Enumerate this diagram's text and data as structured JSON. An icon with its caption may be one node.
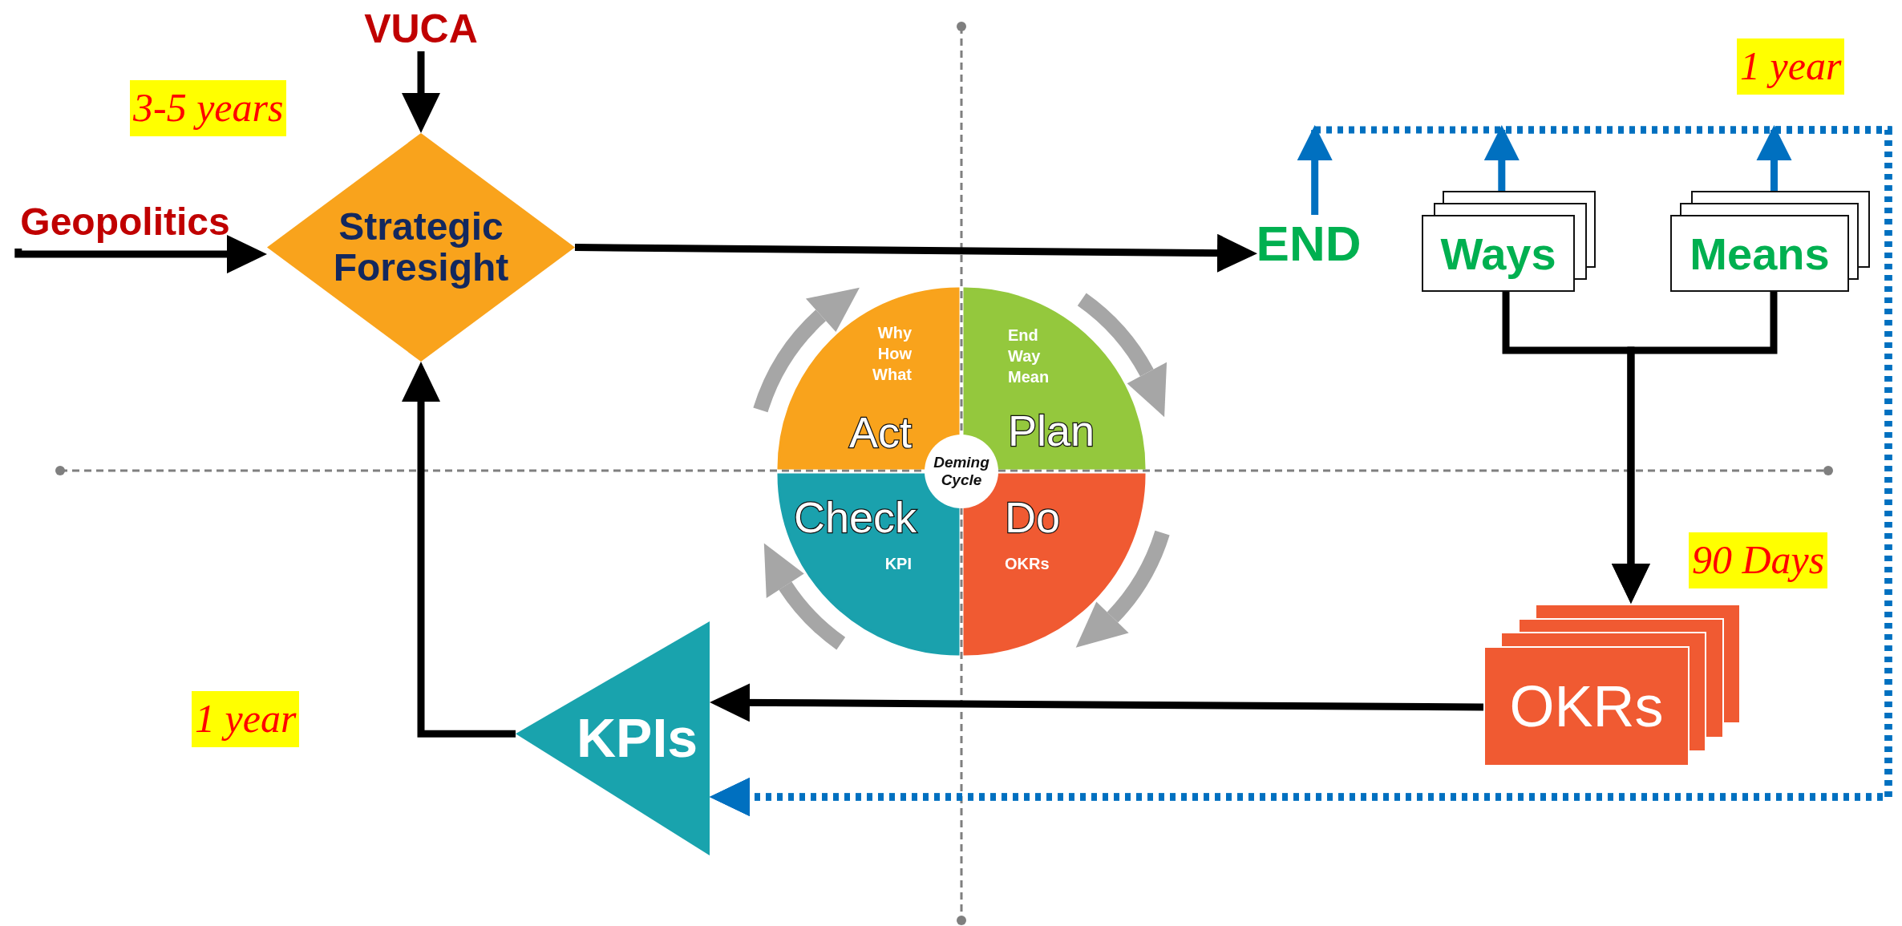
{
  "diagram": {
    "nodes": [
      {
        "text": [
          "VUCA"
        ]
      },
      {
        "text": [
          "Geopolitics"
        ]
      },
      {
        "text": [
          "Strategic Foresight"
        ]
      },
      {
        "text": [
          "END"
        ]
      },
      {
        "text": [
          "Ways"
        ]
      },
      {
        "text": [
          "Means"
        ]
      },
      {
        "text": [
          "Why How What",
          "Act"
        ]
      },
      {
        "text": [
          "End Way Mean",
          "Plan"
        ]
      },
      {
        "text": [
          "Deming Cycle"
        ]
      },
      {
        "text": [
          "Check",
          "KPI"
        ]
      },
      {
        "text": [
          "Do",
          "OKRs"
        ]
      },
      {
        "text": [
          "OKRs"
        ]
      },
      {
        "text": [
          "KPIs"
        ]
      }
    ],
    "edges": [
      {
        "from": 0,
        "to": 2,
        "arrow": "to"
      },
      {
        "from": 1,
        "to": 2,
        "arrow": "to"
      },
      {
        "from": 2,
        "to": 3,
        "arrow": "to"
      },
      {
        "from": 3,
        "to": 12,
        "arrow": "to",
        "style": "dashed",
        "color": "#0070c0"
      },
      {
        "from": 4,
        "to": 12,
        "arrow": "to",
        "style": "dashed",
        "color": "#0070c0"
      },
      {
        "from": 5,
        "to": 12,
        "arrow": "to",
        "style": "dashed",
        "color": "#0070c0"
      },
      {
        "from": 4,
        "to": 11,
        "arrow": "to"
      },
      {
        "from": 5,
        "to": 11,
        "arrow": "to"
      },
      {
        "from": 11,
        "to": 12,
        "arrow": "to"
      },
      {
        "from": 12,
        "to": 2,
        "arrow": "to"
      }
    ],
    "labels": [
      "3-5 years",
      "1 year",
      "90 Days",
      "1 year"
    ]
  }
}
